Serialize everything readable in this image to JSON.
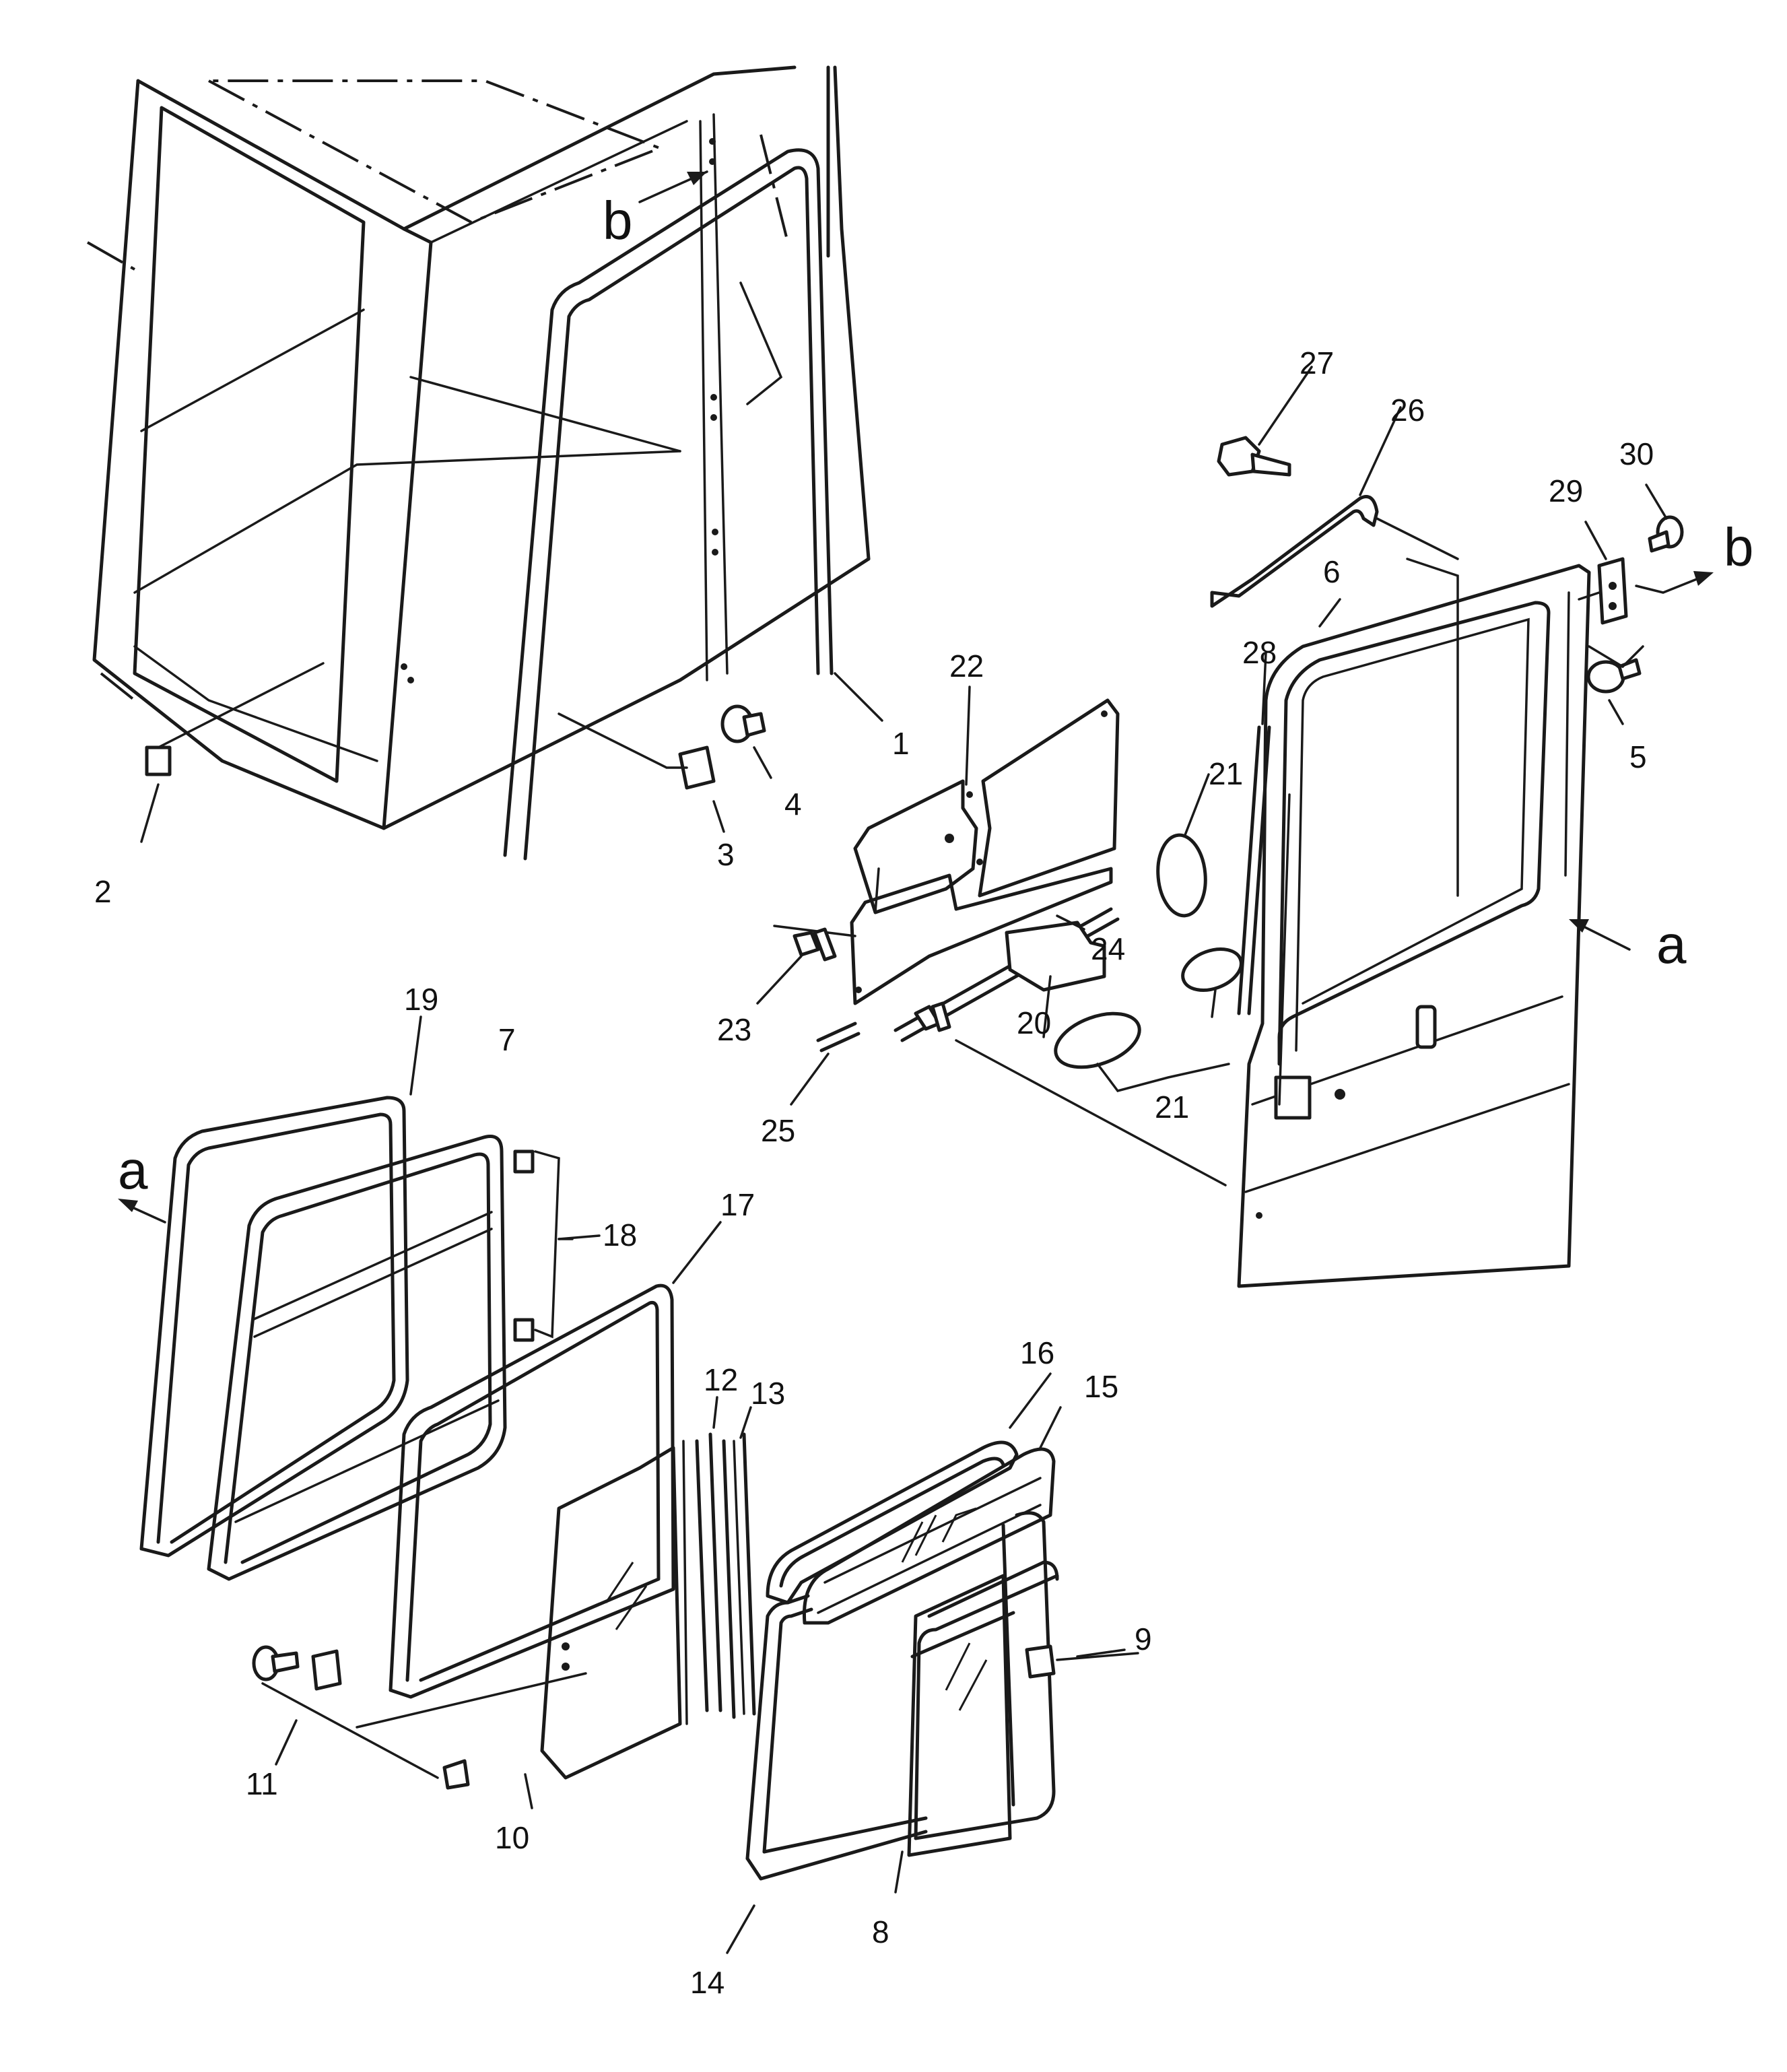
{
  "callouts": {
    "c1": "1",
    "c2": "2",
    "c3": "3",
    "c4": "4",
    "c5": "5",
    "c6": "6",
    "c7": "7",
    "c8": "8",
    "c9": "9",
    "c10": "10",
    "c11": "11",
    "c12": "12",
    "c13": "13",
    "c14": "14",
    "c15": "15",
    "c16": "16",
    "c17": "17",
    "c18": "18",
    "c19": "19",
    "c20": "20",
    "c21a": "21",
    "c21b": "21",
    "c22": "22",
    "c23": "23",
    "c24": "24",
    "c25": "25",
    "c26": "26",
    "c27": "27",
    "c28": "28",
    "c29": "29",
    "c30": "30"
  },
  "view_markers": {
    "b_left": "b",
    "b_right": "b",
    "a_right": "a",
    "a_left": "a"
  }
}
